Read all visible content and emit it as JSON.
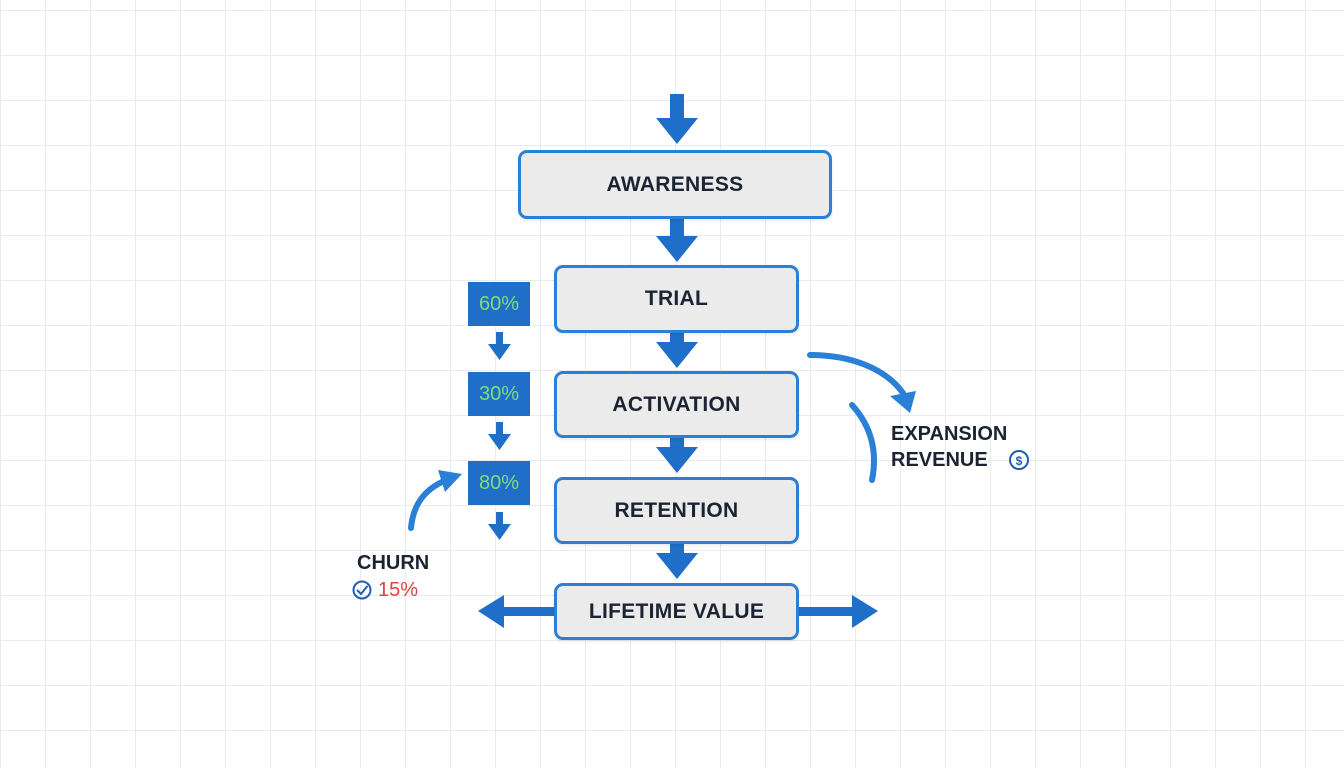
{
  "stages": [
    {
      "label": "AWARENESS"
    },
    {
      "label": "TRIAL"
    },
    {
      "label": "ACTIVATION"
    },
    {
      "label": "RETENTION"
    },
    {
      "label": "LIFETIME VALUE"
    }
  ],
  "conversion_rates": [
    "60%",
    "30%",
    "80%"
  ],
  "churn": {
    "label": "CHURN",
    "value": "15%",
    "icon": "check-circle-icon"
  },
  "expansion": {
    "line1": "EXPANSION",
    "line2": "REVENUE",
    "icon": "dollar-circle-icon"
  },
  "colors": {
    "accent": "#2a7fd6",
    "box_fill": "#ebebec",
    "rate_fill": "#1f6fc8",
    "rate_text": "#7fdd77",
    "churn_value": "#e0443e",
    "text": "#1c2433"
  }
}
